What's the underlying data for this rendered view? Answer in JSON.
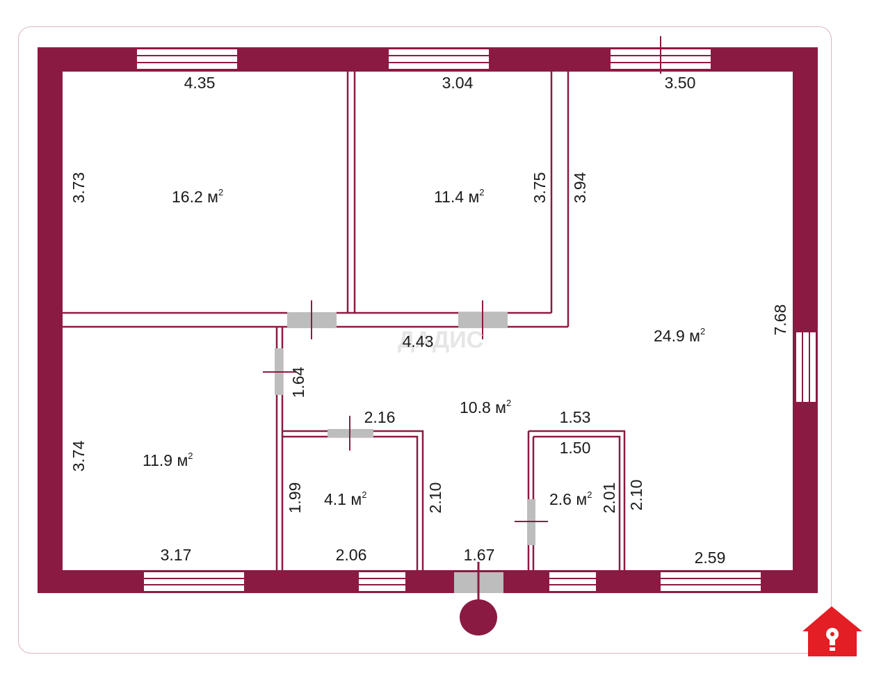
{
  "plan": {
    "rooms": [
      {
        "id": "room-1",
        "area": "16.2 м",
        "sup": "2"
      },
      {
        "id": "room-2",
        "area": "11.4 м",
        "sup": "2"
      },
      {
        "id": "room-3",
        "area": "24.9 м",
        "sup": "2"
      },
      {
        "id": "room-4",
        "area": "11.9 м",
        "sup": "2"
      },
      {
        "id": "hall",
        "area": "10.8 м",
        "sup": "2"
      },
      {
        "id": "bath",
        "area": "4.1 м",
        "sup": "2"
      },
      {
        "id": "wc",
        "area": "2.6 м",
        "sup": "2"
      }
    ],
    "dims": {
      "d435": "4.35",
      "d304": "3.04",
      "d350": "3.50",
      "d373": "3.73",
      "d375": "3.75",
      "d394": "3.94",
      "d443": "4.43",
      "d768": "7.68",
      "d164": "1.64",
      "d216": "2.16",
      "d153": "1.53",
      "d150": "1.50",
      "d374": "3.74",
      "d199": "1.99",
      "d210a": "2.10",
      "d201": "2.01",
      "d210b": "2.10",
      "d317": "3.17",
      "d206": "2.06",
      "d167": "1.67",
      "d259": "2.59"
    },
    "watermark": "ДАДИС"
  },
  "colors": {
    "wall": "#8b1a43",
    "door": "#bdbdbd",
    "logo": "#e31e24"
  }
}
